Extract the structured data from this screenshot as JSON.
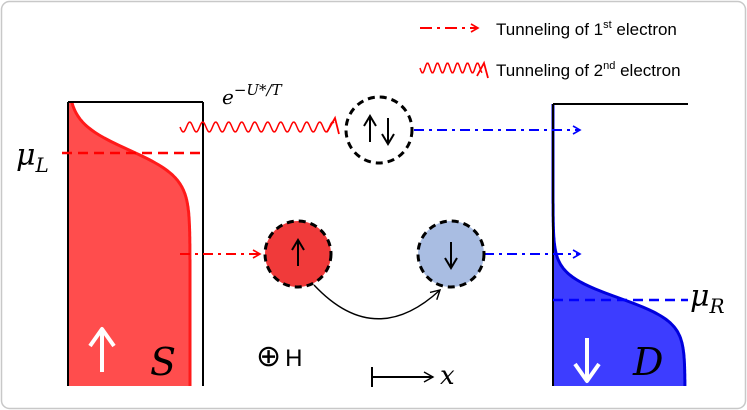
{
  "legend": {
    "first_prefix": "Tunneling of 1",
    "first_sup": "st",
    "first_suffix": " electron",
    "second_prefix": "Tunneling of 2",
    "second_sup": "nd",
    "second_suffix": " electron"
  },
  "labels": {
    "mu_left_base": "μ",
    "mu_left_sub": "L",
    "mu_right_base": "μ",
    "mu_right_sub": "R",
    "source": "S",
    "drain": "D",
    "hamiltonian_symbol": "⊕",
    "hamiltonian_letter": "H",
    "axis_x": "x",
    "exp_base": "e",
    "exp_power": "−U*/T"
  },
  "spins": {
    "source": "up",
    "drain": "down",
    "dot_double": "up-down",
    "dot_red": "up",
    "dot_blue": "down"
  },
  "colors": {
    "source_fill": "#ff4d4d",
    "source_edge": "#ff1a1a",
    "drain_fill": "#3d3dff",
    "drain_edge": "#0000dd",
    "first_electron": "#ff0000",
    "drain_arrow": "#0000ff",
    "dot_red_fill": "#f03a3a",
    "dot_blue_fill": "#a9bde2",
    "frame": "#c8c8c8"
  }
}
